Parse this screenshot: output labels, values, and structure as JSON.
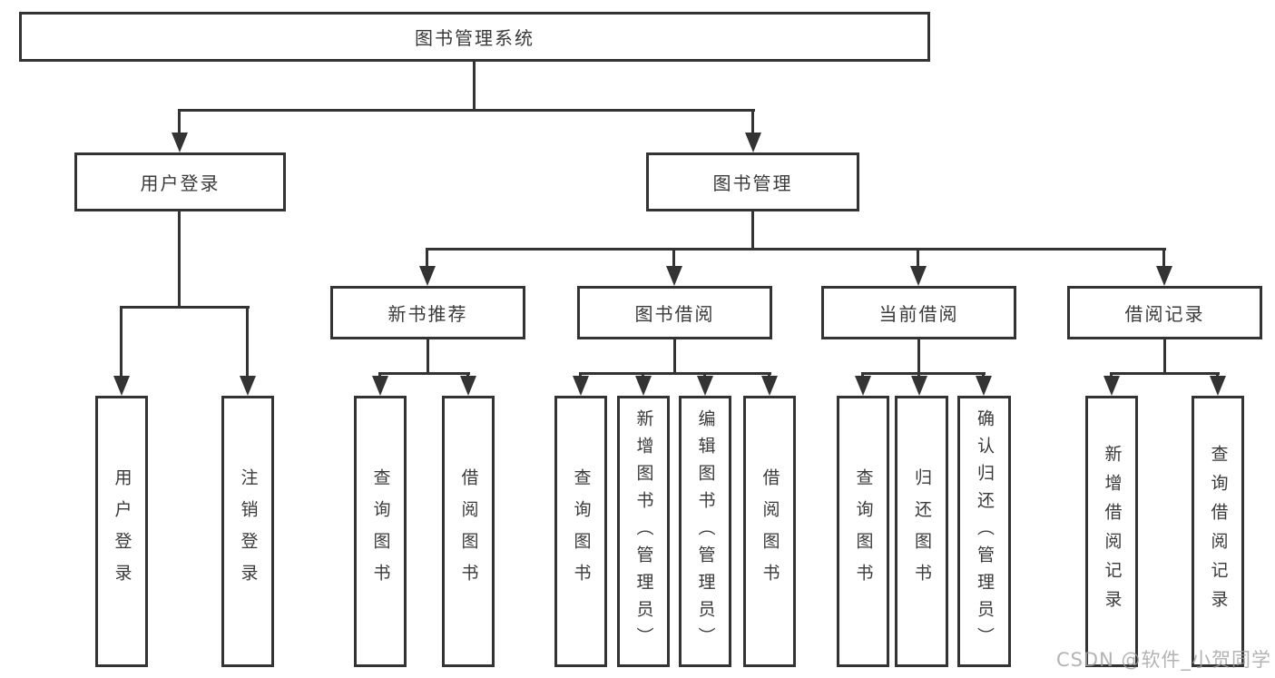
{
  "diagram": {
    "root": {
      "label": "图书管理系统"
    },
    "user_login": {
      "label": "用户登录",
      "children": [
        {
          "label": "用户登录"
        },
        {
          "label": "注销登录"
        }
      ]
    },
    "book_management": {
      "label": "图书管理",
      "sections": [
        {
          "label": "新书推荐",
          "children": [
            {
              "label": "查询图书"
            },
            {
              "label": "借阅图书"
            }
          ]
        },
        {
          "label": "图书借阅",
          "children": [
            {
              "label": "查询图书"
            },
            {
              "label": "新增图书（管理员）"
            },
            {
              "label": "编辑图书（管理员）"
            },
            {
              "label": "借阅图书"
            }
          ]
        },
        {
          "label": "当前借阅",
          "children": [
            {
              "label": "查询图书"
            },
            {
              "label": "归还图书"
            },
            {
              "label": "确认归还（管理员）"
            }
          ]
        },
        {
          "label": "借阅记录",
          "children": [
            {
              "label": "新增借阅记录"
            },
            {
              "label": "查询借阅记录"
            }
          ]
        }
      ]
    },
    "watermark": "CSDN @软件_小贺同学"
  },
  "colors": {
    "line": "#333333",
    "text": "#3a3a3a",
    "watermark": "#a0a0a0",
    "background": "#ffffff"
  }
}
